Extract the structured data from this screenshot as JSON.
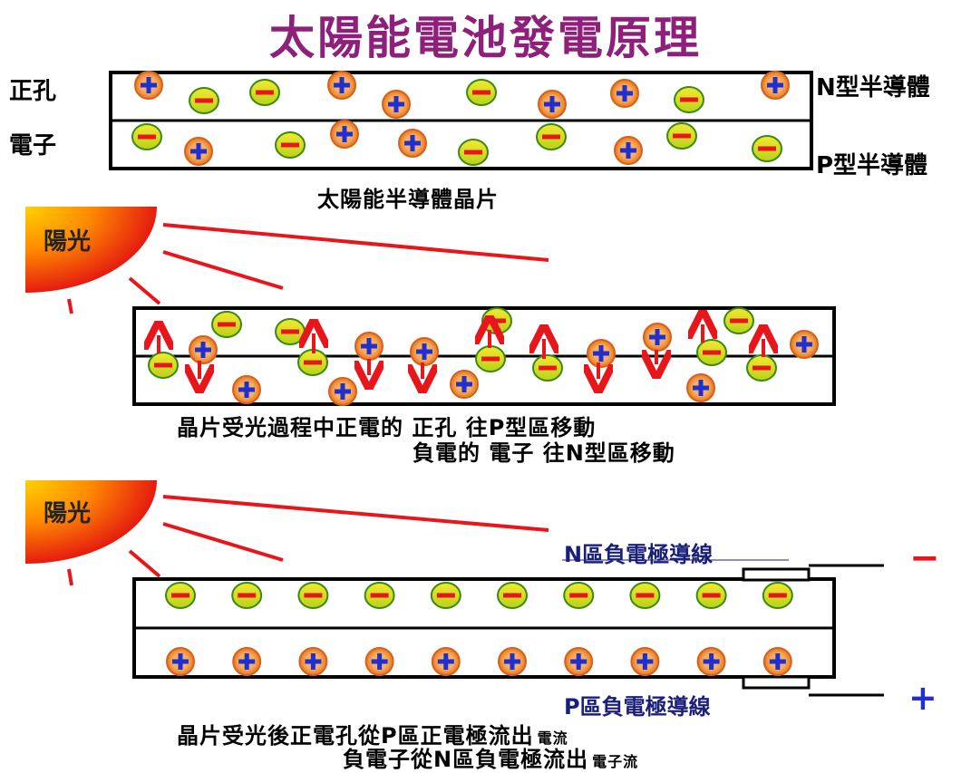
{
  "title": "太陽能電池發電原理",
  "panel1": {
    "label_hole": "正孔",
    "label_electron": "電子",
    "n_type": "N型半導體",
    "p_type": "P型半導體",
    "caption": "太陽能半導體晶片"
  },
  "panel2": {
    "sun_label": "陽光",
    "caption_line1": "晶片受光過程中正電的 正孔 往P型區移動",
    "caption_line2": "負電的 電子 往N型區移動"
  },
  "panel3": {
    "sun_label": "陽光",
    "n_electrode": "N區負電極導線",
    "p_electrode": "P區負電極導線",
    "minus_sign": "−",
    "plus_sign": "+",
    "caption_line1": "晶片受光後正電孔從P區正電極流出",
    "caption_line1_small": "電流",
    "caption_line2": "負電子從N區負電極流出",
    "caption_line2_small": "電子流"
  },
  "colors": {
    "title": "#8e1f7a",
    "electron_fill": "#f0e020",
    "hole_fill": "#f08c1e",
    "red": "#e8161b",
    "blue": "#1f2fd0",
    "navy": "#1a1f7a"
  }
}
